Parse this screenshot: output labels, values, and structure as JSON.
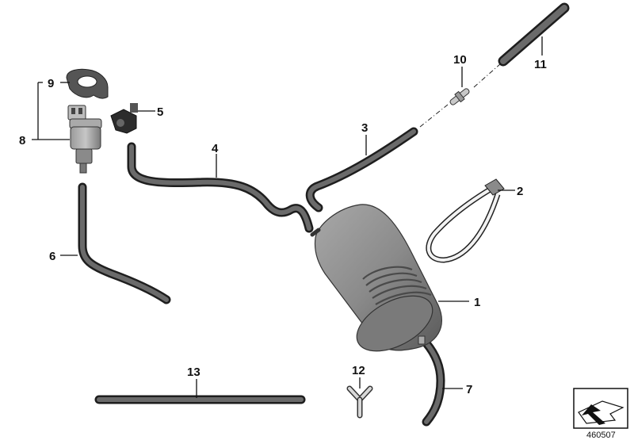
{
  "callouts": {
    "c1": "1",
    "c2": "2",
    "c3": "3",
    "c4": "4",
    "c5": "5",
    "c6": "6",
    "c7": "7",
    "c8": "8",
    "c9": "9",
    "c10": "10",
    "c11": "11",
    "c12": "12",
    "c13": "13"
  },
  "reference_number": "460507",
  "colors": {
    "hose_dark": "#1e1e1e",
    "hose_light": "#6a6a6a",
    "canister_body": "#8c8c8c",
    "label_text": "#111111"
  },
  "icons": {
    "corner_badge": "arrow-pointer-icon"
  }
}
